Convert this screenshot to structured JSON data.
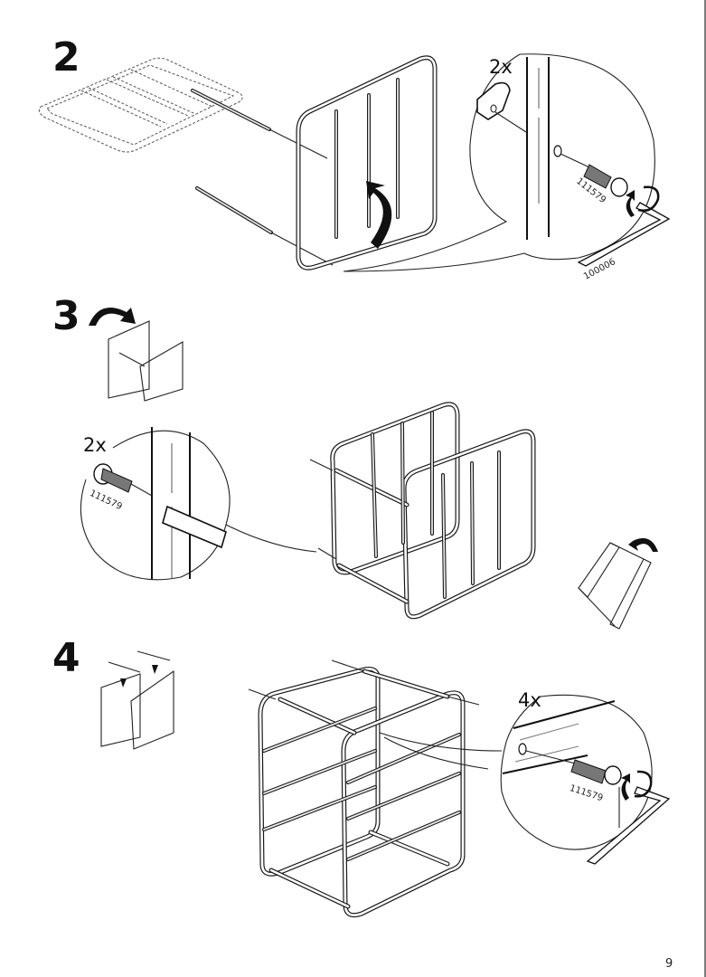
{
  "page": {
    "page_number": "9"
  },
  "steps": [
    {
      "number": "2",
      "detail": {
        "quantity": "2x",
        "screw_part": "111579",
        "key_part": "100006"
      }
    },
    {
      "number": "3",
      "detail": {
        "quantity": "2x",
        "screw_part": "111579"
      }
    },
    {
      "number": "4",
      "detail": {
        "quantity": "4x",
        "screw_part": "111579"
      }
    }
  ],
  "icons": {
    "rotate_arrow": "curved-arrow",
    "allen_key": "hex-key",
    "screw": "bolt"
  }
}
